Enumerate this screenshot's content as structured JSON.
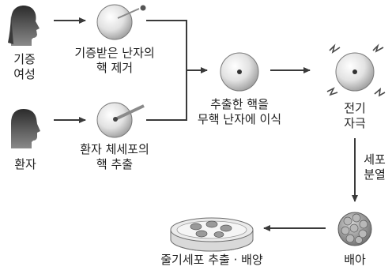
{
  "donor": {
    "label_lines": [
      "기증",
      "여성"
    ]
  },
  "patient": {
    "label_lines": [
      "환자"
    ]
  },
  "egg_step": {
    "label_lines": [
      "기증받은 난자의",
      "핵 제거"
    ]
  },
  "nucleus_step": {
    "label_lines": [
      "환자 체세포의",
      "핵 추출"
    ]
  },
  "transfer_step": {
    "label_lines": [
      "추출한 핵을",
      "무핵 난자에 이식"
    ]
  },
  "shock_step": {
    "label_lines": [
      "전기",
      "자극"
    ]
  },
  "division_step": {
    "label_lines": [
      "세포",
      "분열"
    ]
  },
  "embryo": {
    "label_lines": [
      "배아"
    ]
  },
  "culture": {
    "label_lines": [
      "줄기세포 추출 · 배양"
    ]
  }
}
